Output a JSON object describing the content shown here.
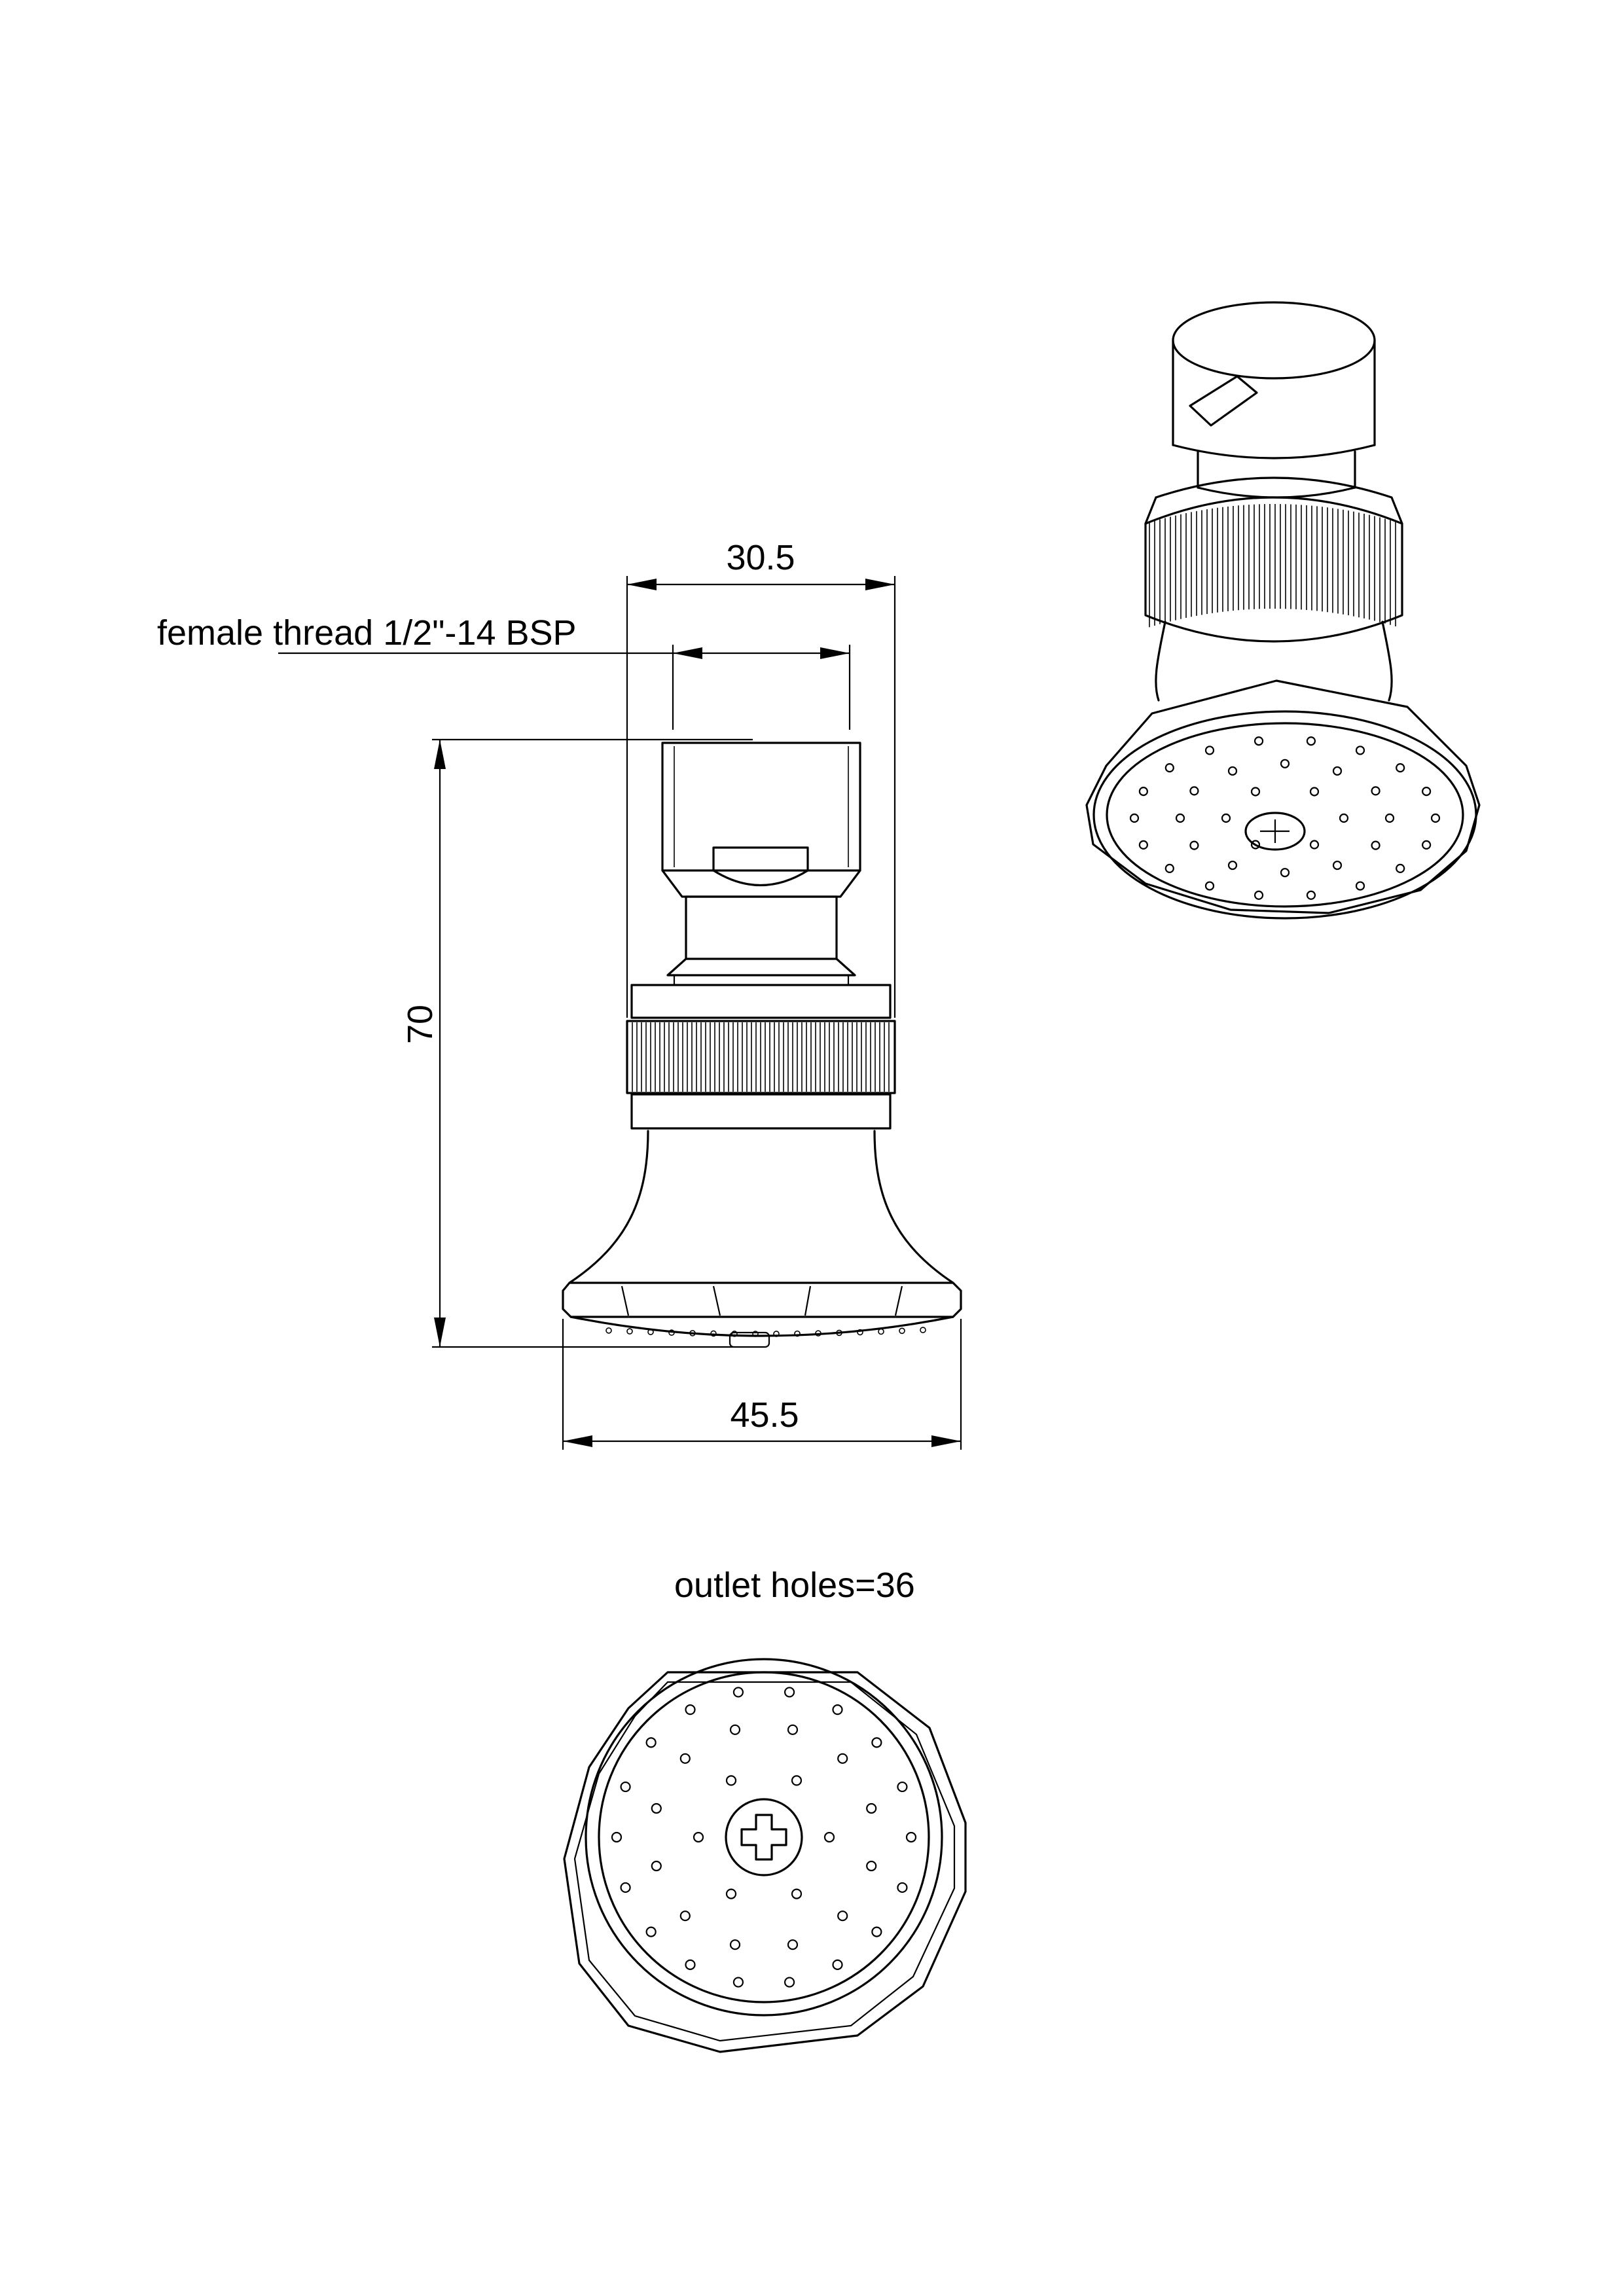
{
  "dimensions": {
    "top_width": "30.5",
    "thread_note": "female thread 1/2\"-14 BSP",
    "height": "70",
    "bottom_width": "45.5",
    "outlet_holes_note": "outlet holes=36"
  },
  "colors": {
    "line": "#000000",
    "background": "#ffffff"
  },
  "views": [
    "side-elevation-view",
    "isometric-view",
    "bottom-face-view"
  ]
}
